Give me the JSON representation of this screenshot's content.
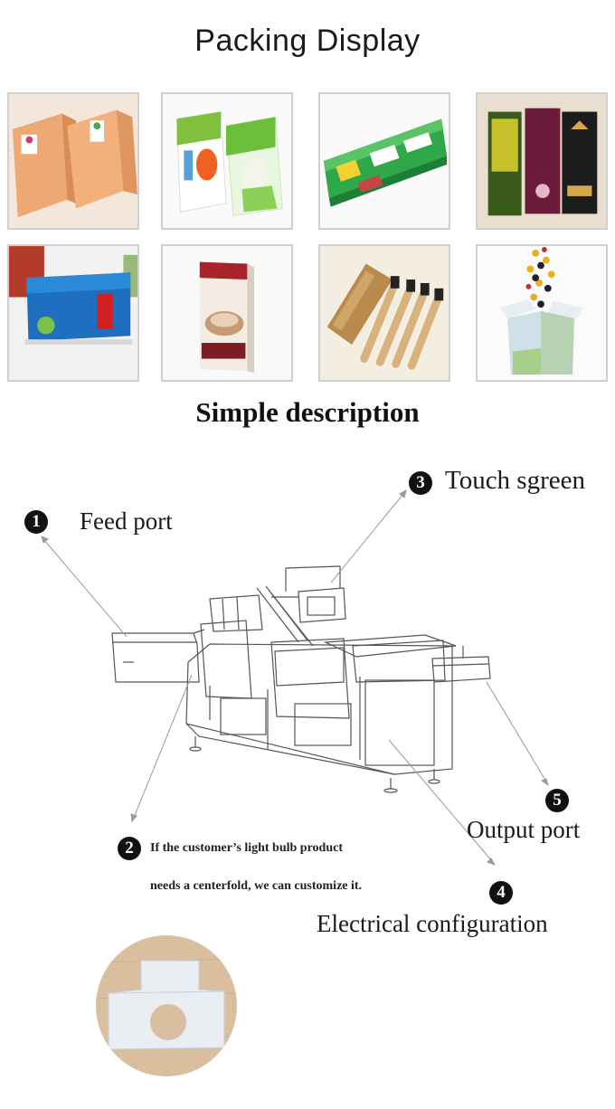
{
  "header": {
    "title": "Packing Display"
  },
  "gallery": {
    "items": [
      {
        "name": "tea-box"
      },
      {
        "name": "light-bulb-box"
      },
      {
        "name": "toothpaste-box"
      },
      {
        "name": "coffee-bag-boxes"
      },
      {
        "name": "medicine-box"
      },
      {
        "name": "white-coffee-box"
      },
      {
        "name": "bamboo-toothbrush-box"
      },
      {
        "name": "open-carton"
      }
    ]
  },
  "section": {
    "title": "Simple description"
  },
  "callouts": {
    "c1": {
      "number": "1",
      "label": "Feed port"
    },
    "c2": {
      "number": "2",
      "line1": "If the customer’s light bulb product",
      "line2": "needs a centerfold, we can customize it."
    },
    "c3": {
      "number": "3",
      "label": "Touch sgreen"
    },
    "c4": {
      "number": "4",
      "label": "Electrical configuration"
    },
    "c5": {
      "number": "5",
      "label": "Output port"
    }
  },
  "colors": {
    "accent": "#111111",
    "tile_border": "#cfcfcf",
    "line": "#9a9a9a"
  }
}
